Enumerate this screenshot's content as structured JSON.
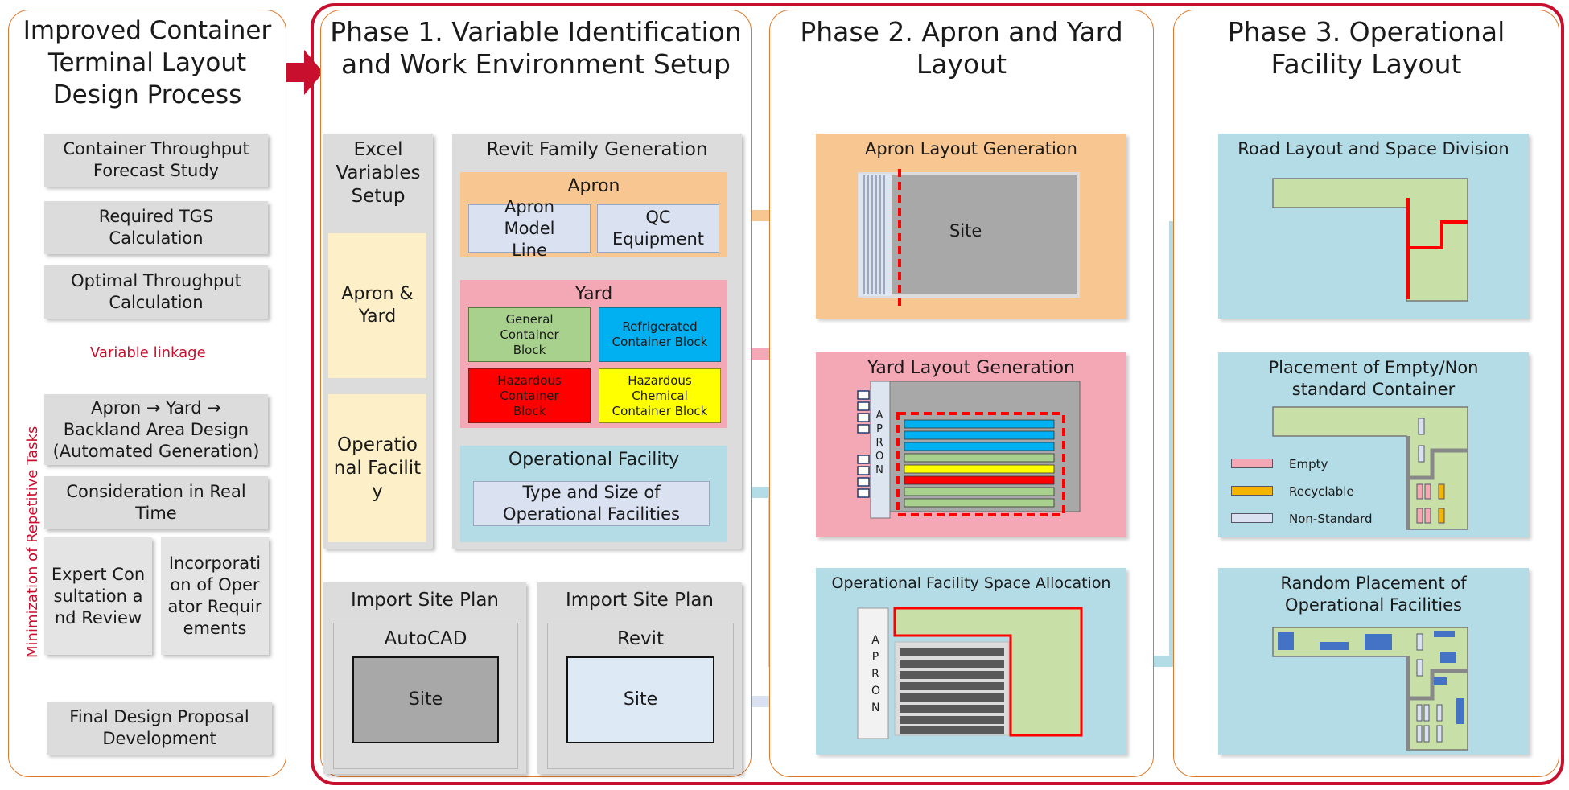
{
  "sidebar": {
    "title": "Improved Container Terminal Layout Design Process",
    "steps": [
      "Container Throughput Forecast Study",
      "Required TGS Calculation",
      "Optimal Throughput Calculation",
      "Apron → Yard → Backland Area Design (Automated Generation)",
      "Consideration in Real Time",
      "Expert Consultation and Review",
      "Incorporation of Operator Requirements",
      "Final Design Proposal Development"
    ],
    "variable_linkage": "Variable linkage",
    "minimization_label": "Minimization of Repetitive Tasks"
  },
  "phase1": {
    "title": "Phase 1. Variable Identification and Work Environment Setup",
    "excel": {
      "title": "Excel Variables Setup",
      "items": [
        "Apron & Yard",
        "Operational Facility"
      ]
    },
    "revit": {
      "title": "Revit Family Generation",
      "apron": {
        "title": "Apron",
        "items": [
          "Apron Model Line",
          "QC Equipment"
        ]
      },
      "yard": {
        "title": "Yard",
        "blocks": [
          "General Container Block",
          "Refrigerated Container Block",
          "Hazardous Container Block",
          "Hazardous Chemical Container Block"
        ]
      },
      "operational": {
        "title": "Operational Facility",
        "item": "Type and Size of Operational Facilities"
      }
    },
    "import_autocad": {
      "title": "Import Site Plan",
      "tool": "AutoCAD",
      "site": "Site"
    },
    "import_revit": {
      "title": "Import Site Plan",
      "tool": "Revit",
      "site": "Site"
    }
  },
  "phase2": {
    "title": "Phase 2. Apron and Yard Layout",
    "apron_layout": {
      "title": "Apron Layout Generation",
      "site": "Site"
    },
    "yard_layout": {
      "title": "Yard Layout Generation",
      "apron_vertical": "APRON"
    },
    "facility_allocation": {
      "title": "Operational Facility Space Allocation",
      "apron_vertical": "APRON"
    }
  },
  "phase3": {
    "title": "Phase 3. Operational Facility Layout",
    "road": {
      "title": "Road Layout and Space Division"
    },
    "placement": {
      "title": "Placement of Empty/Non standard Container",
      "legend": [
        "Empty",
        "Recyclable",
        "Non-Standard"
      ]
    },
    "random": {
      "title": "Random Placement of Operational Facilities"
    }
  },
  "colors": {
    "accent_red": "#c8102e",
    "panel_border": "#e07a2a",
    "apron_orange": "#f8c690",
    "yard_pink": "#f4a7b4",
    "facility_blue": "#b4dce6",
    "general_green": "#a9d18e",
    "refrigerated_cyan": "#00b0f0",
    "hazardous_red": "#ff0000",
    "chemical_yellow": "#ffff00"
  }
}
